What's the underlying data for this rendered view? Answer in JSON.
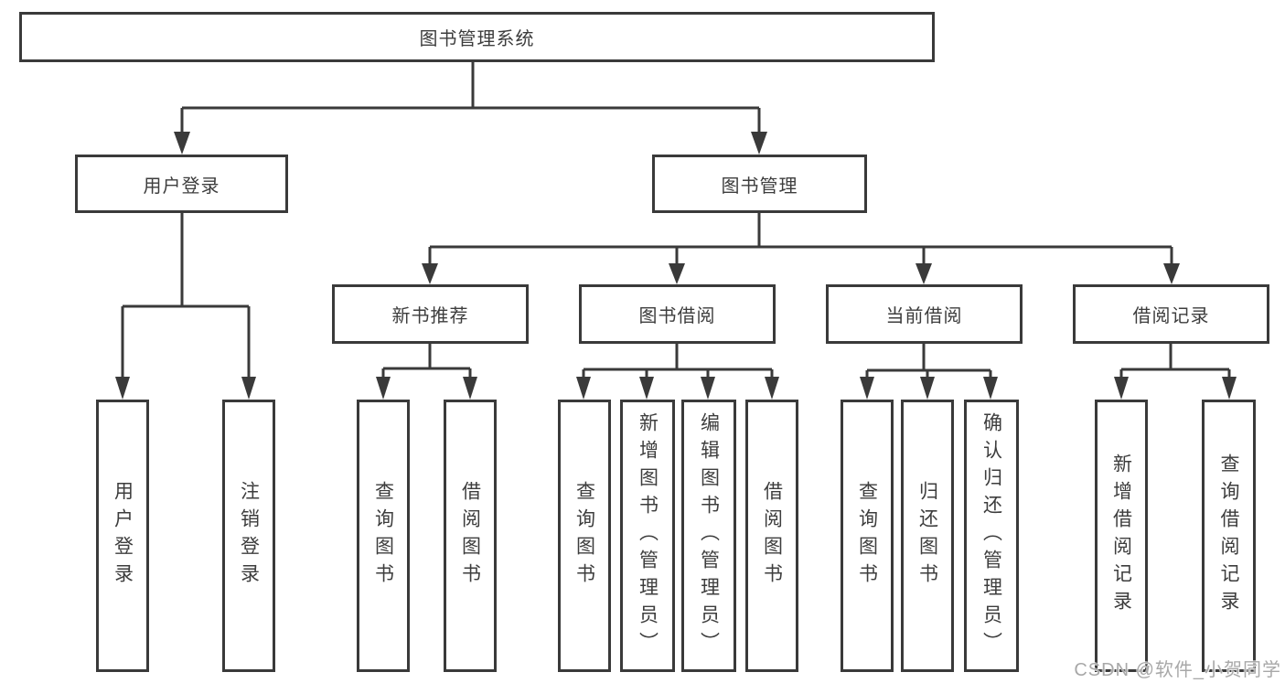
{
  "diagram": {
    "root": {
      "label": "图书管理系统"
    },
    "level2": [
      {
        "label": "用户登录"
      },
      {
        "label": "图书管理"
      }
    ],
    "level3": [
      {
        "label": "新书推荐"
      },
      {
        "label": "图书借阅"
      },
      {
        "label": "当前借阅"
      },
      {
        "label": "借阅记录"
      }
    ],
    "leaves": {
      "user_login": [
        {
          "label": "用户登录"
        },
        {
          "label": "注销登录"
        }
      ],
      "new_book": [
        {
          "label": "查询图书"
        },
        {
          "label": "借阅图书"
        }
      ],
      "book_borrow": [
        {
          "label": "查询图书"
        },
        {
          "label": "新增图书（管理员）"
        },
        {
          "label": "编辑图书（管理员）"
        },
        {
          "label": "借阅图书"
        }
      ],
      "current_borrow": [
        {
          "label": "查询图书"
        },
        {
          "label": "归还图书"
        },
        {
          "label": "确认归还（管理员）"
        }
      ],
      "borrow_records": [
        {
          "label": "新增借阅记录"
        },
        {
          "label": "查询借阅记录"
        }
      ]
    }
  },
  "watermark": {
    "text": "CSDN @软件_小贺同学"
  },
  "colors": {
    "line": "#3a3a3a",
    "text": "#3d3d3d",
    "watermark": "#a8a8a8",
    "background": "#ffffff"
  }
}
